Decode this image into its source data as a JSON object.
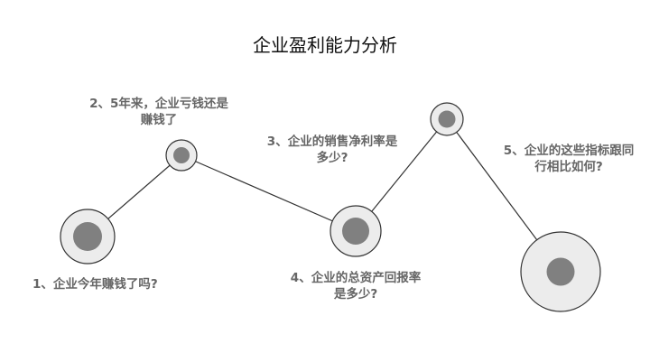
{
  "title": "企业盈利能力分析",
  "colors": {
    "ring_fill": "#ececec",
    "ring_stroke": "#333333",
    "core_fill": "#808080",
    "line": "#333333",
    "label_text": "#666666",
    "title_text": "#111111"
  },
  "nodes": [
    {
      "lines": [
        "1、企业今年赚钱了吗?"
      ]
    },
    {
      "lines": [
        "2、5年来，企业亏钱还是",
        "赚钱了"
      ]
    },
    {
      "lines": [
        "3、企业的销售净利率是",
        "多少?"
      ]
    },
    {
      "lines": [
        "4、企业的总资产回报率",
        "是多少?"
      ]
    },
    {
      "lines": [
        "5、企业的这些指标跟同",
        "行相比如何?"
      ]
    }
  ]
}
